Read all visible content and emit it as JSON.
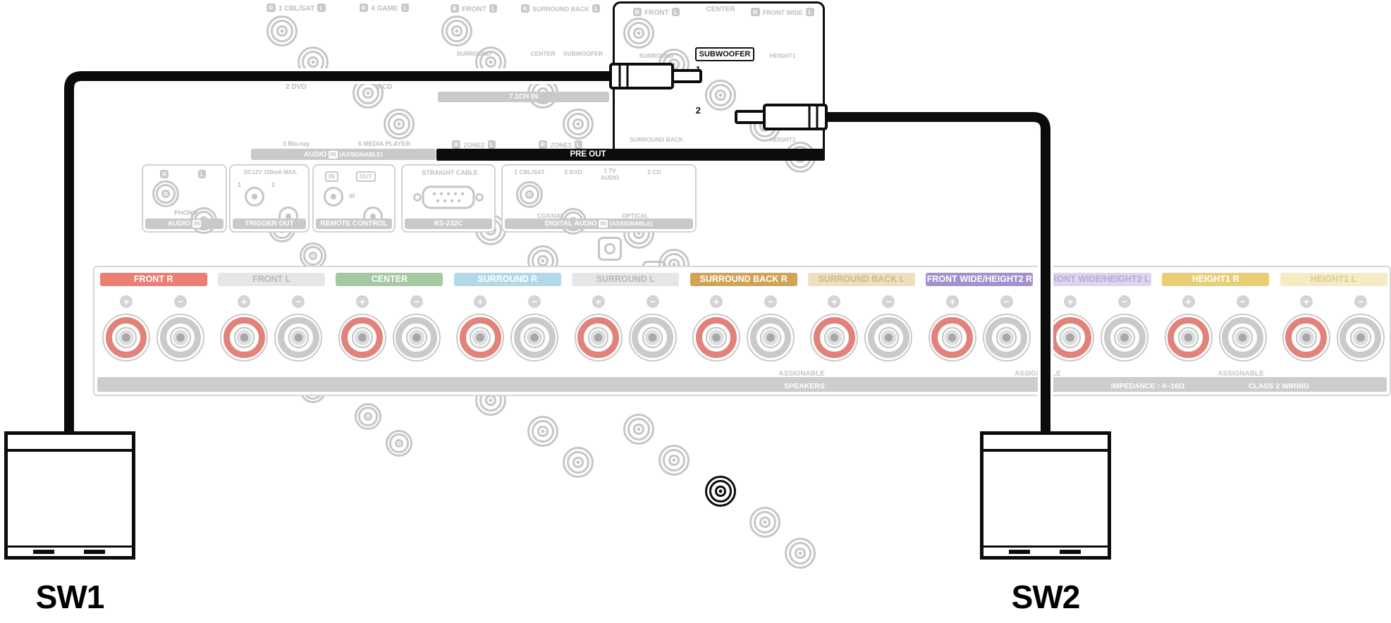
{
  "badges": {
    "r": "R",
    "l": "L",
    "in": "IN",
    "out": "OUT"
  },
  "rear_panel": {
    "audio_in": {
      "cbl": "1 CBL/SAT",
      "game": "4 GAME",
      "dvd": "2 DVD",
      "cd": "5 CD",
      "bluray": "3 Blu-ray",
      "media": "6 MEDIA PLAYER",
      "footer_title": "AUDIO",
      "footer_badge": "IN",
      "footer_note": "(ASSIGNABLE)"
    },
    "ch71": {
      "front": "FRONT",
      "surround_back": "SURROUND BACK",
      "surround": "SURROUND",
      "center": "CENTER",
      "subwoofer": "SUBWOOFER",
      "bar": "7.1CH IN",
      "zone2": "ZONE2",
      "zone3": "ZONE3"
    },
    "pre_out": {
      "front": "FRONT",
      "center": "CENTER",
      "front_wide": "FRONT WIDE",
      "surround": "SURROUND",
      "subwoofer": "SUBWOOFER",
      "height1": "HEIGHT1",
      "num1": "1",
      "num2": "2",
      "surround_back": "SURROUND BACK",
      "height2": "HEIGHT2",
      "bar": "PRE OUT"
    },
    "phono": {
      "label": "PHONO",
      "footer_title": "AUDIO",
      "footer_badge": "IN"
    },
    "trigger_out": {
      "note": "DC12V 150mA MAX.",
      "num1": "1",
      "num2": "2",
      "footer": "TRIGGER OUT"
    },
    "remote_control": {
      "ir": "IR",
      "footer": "REMOTE CONTROL"
    },
    "rs232c": {
      "note": "STRAIGHT CABLE",
      "footer": "RS-232C"
    },
    "digital_audio": {
      "coax1": "1 CBL/SAT",
      "coax2": "2 DVD",
      "opt1_line1": "1 TV",
      "opt1_line2": "AUDIO",
      "opt2": "2 CD",
      "coaxial": "COAXIAL",
      "optical": "OPTICAL",
      "footer_title": "DIGITAL AUDIO",
      "footer_badge": "IN",
      "footer_note": "(ASSIGNABLE)"
    }
  },
  "speakers": {
    "plus": "+",
    "minus": "−",
    "channels": [
      {
        "label": "FRONT R",
        "bg": "#ec7f72",
        "fg": "#ffffff"
      },
      {
        "label": "FRONT L",
        "bg": "#e6e6e6",
        "fg": "#b9b9b9"
      },
      {
        "label": "CENTER",
        "bg": "#a5c9a1",
        "fg": "#ffffff"
      },
      {
        "label": "SURROUND R",
        "bg": "#b2d8ea",
        "fg": "#ffffff"
      },
      {
        "label": "SURROUND L",
        "bg": "#e6e6e6",
        "fg": "#b9b9b9"
      },
      {
        "label": "SURROUND BACK R",
        "bg": "#d0a355",
        "fg": "#ffffff"
      },
      {
        "label": "SURROUND BACK L",
        "bg": "#eedfbe",
        "fg": "#d0ba8a"
      },
      {
        "label": "FRONT WIDE/HEIGHT2 R",
        "bg": "#a291cc",
        "fg": "#ffffff"
      },
      {
        "label": "FRONT WIDE/HEIGHT2 L",
        "bg": "#ddd5ee",
        "fg": "#b7a9d9"
      },
      {
        "label": "HEIGHT1 R",
        "bg": "#e9ce74",
        "fg": "#ffffff"
      },
      {
        "label": "HEIGHT1 L",
        "bg": "#f5ebc4",
        "fg": "#dcca8c"
      }
    ],
    "assignable": "ASSIGNABLE",
    "bar": "SPEAKERS",
    "impedance": "IMPEDANCE : 4~16Ω",
    "wiring": "CLASS 2 WIRING"
  },
  "subwoofers": {
    "sw1": "SW1",
    "sw2": "SW2"
  }
}
